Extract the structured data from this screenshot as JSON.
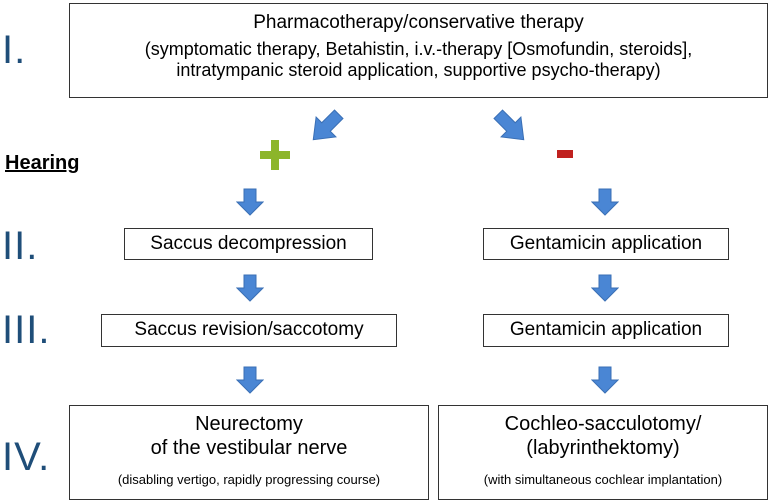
{
  "levels": [
    "I.",
    "II.",
    "III.",
    "IV."
  ],
  "hearing_label": "Hearing",
  "plus_sign": "+",
  "minus_sign": "-",
  "top_box": {
    "title": "Pharmacotherapy/conservative therapy",
    "line1": "(symptomatic therapy, Betahistin, i.v.-therapy [Osmofundin, steroids],",
    "line2": "intratympanic steroid application, supportive psycho-therapy)"
  },
  "left": {
    "level2": "Saccus decompression",
    "level3": "Saccus revision/saccotomy",
    "level4_line1": "Neurectomy",
    "level4_line2": "of the vestibular nerve",
    "level4_note": "(disabling vertigo, rapidly progressing course)"
  },
  "right": {
    "level2": "Gentamicin application",
    "level3": "Gentamicin application",
    "level4_line1": "Cochleo-sacculotomy/",
    "level4_line2": "(labyrinthektomy)",
    "level4_note": "(with simultaneous cochlear implantation)"
  },
  "colors": {
    "roman": "#1f4e79",
    "arrow": "#4a86d4",
    "plus": "#8cb52a",
    "minus": "#c0211f"
  }
}
